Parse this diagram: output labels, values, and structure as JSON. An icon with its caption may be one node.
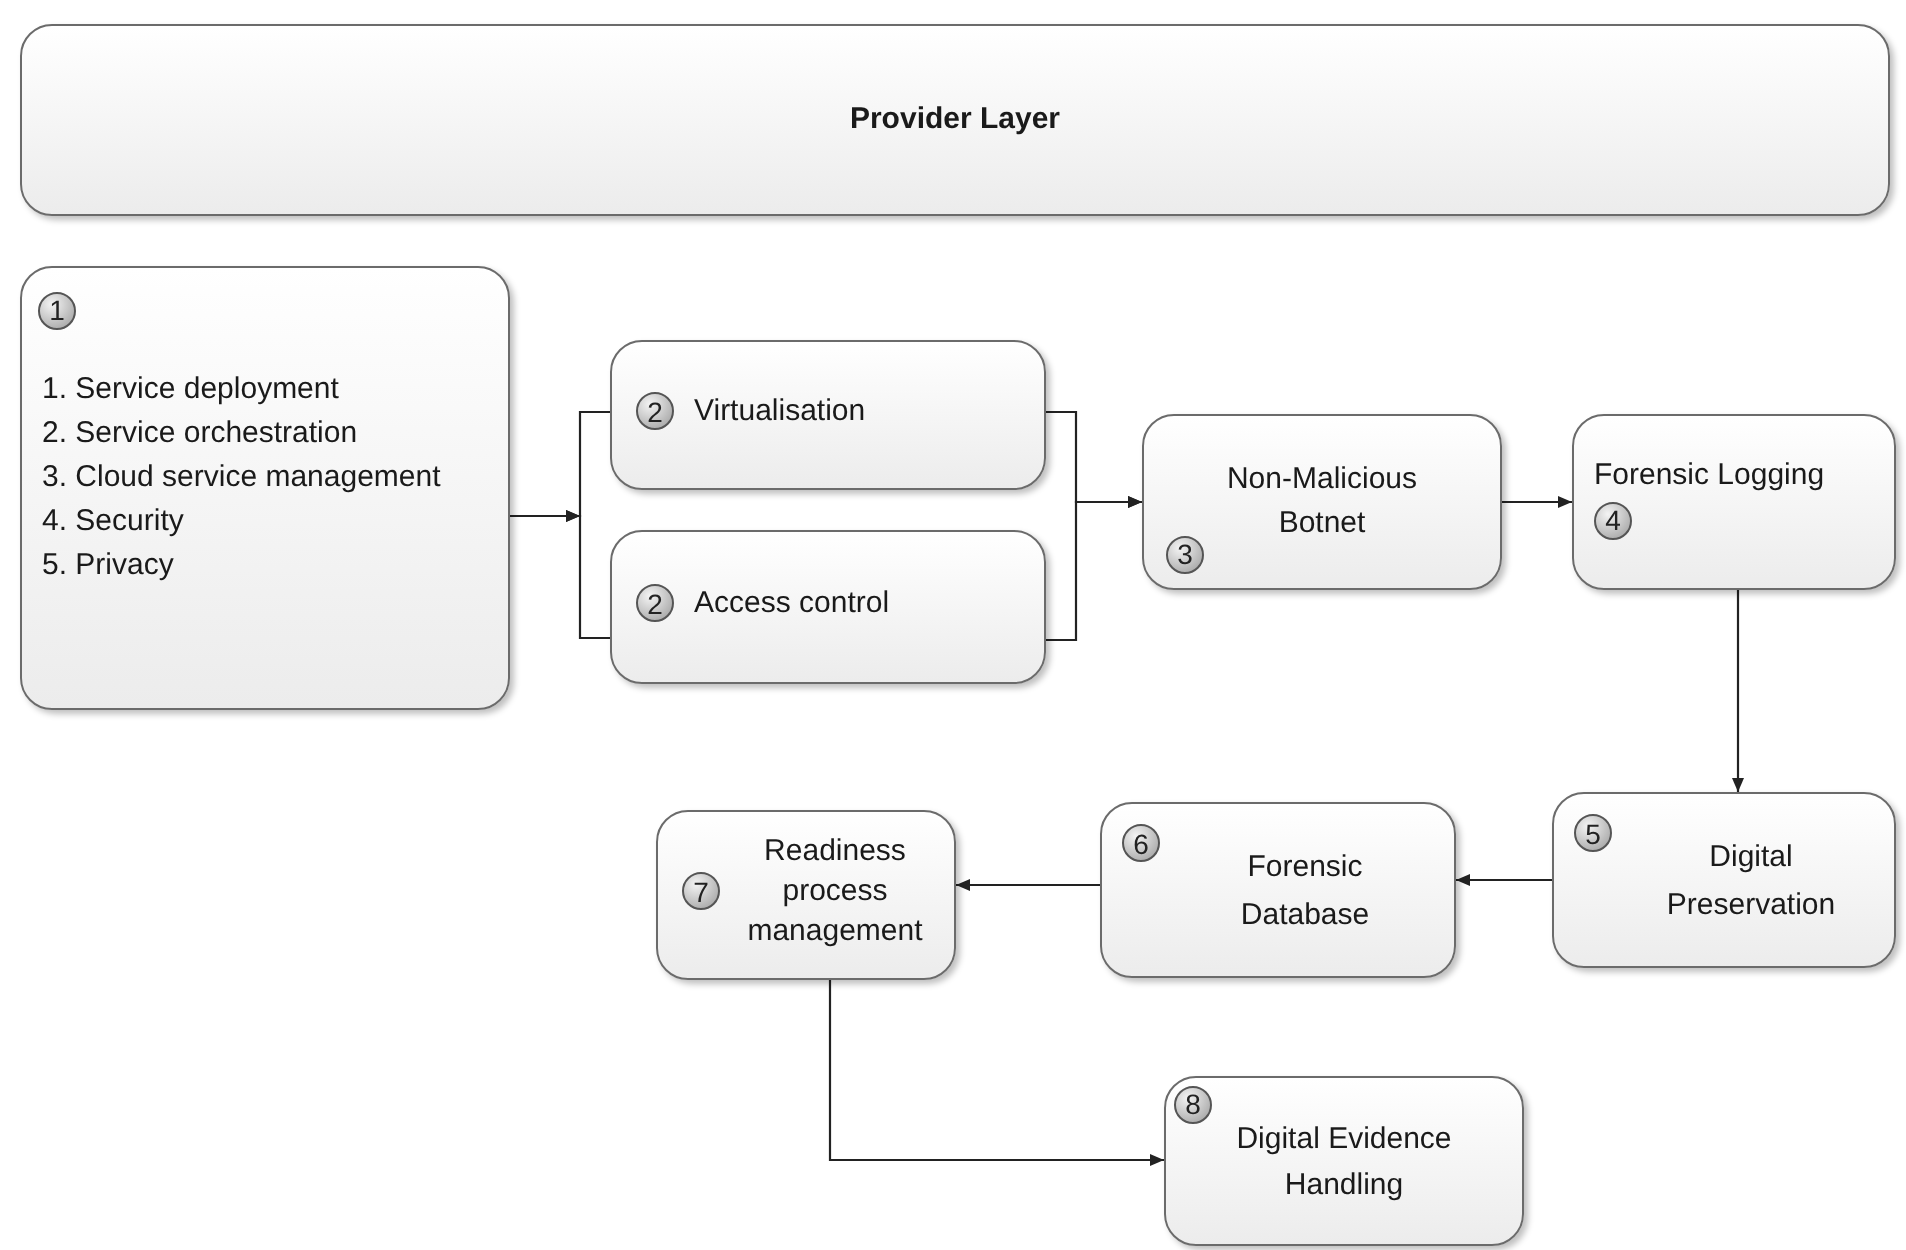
{
  "diagram": {
    "nodes": [
      {
        "text": [
          "Provider Layer"
        ]
      },
      {
        "text": [
          "1",
          "1. Service deployment",
          "2. Service orchestration",
          "3. Cloud service management",
          "4. Security",
          "5. Privacy"
        ]
      },
      {
        "text": [
          "2",
          "Virtualisation"
        ]
      },
      {
        "text": [
          "2",
          "Access control"
        ]
      },
      {
        "text": [
          "Non-Malicious Botnet",
          "3"
        ]
      },
      {
        "text": [
          "Forensic Logging",
          "4"
        ]
      },
      {
        "text": [
          "5",
          "Digital Preservation"
        ]
      },
      {
        "text": [
          "6",
          "Forensic Database"
        ]
      },
      {
        "text": [
          "7",
          "Readiness process management"
        ]
      },
      {
        "text": [
          "8",
          "Digital Evidence Handling"
        ]
      }
    ],
    "edges": [
      {
        "from": 1,
        "to": 2,
        "arrow": "to"
      },
      {
        "from": 1,
        "to": 3,
        "arrow": "to"
      },
      {
        "from": 2,
        "to": 4,
        "arrow": "to"
      },
      {
        "from": 3,
        "to": 4,
        "arrow": "to"
      },
      {
        "from": 4,
        "to": 5,
        "arrow": "to"
      },
      {
        "from": 5,
        "to": 6,
        "arrow": "to"
      },
      {
        "from": 6,
        "to": 7,
        "arrow": "to"
      },
      {
        "from": 7,
        "to": 8,
        "arrow": "to"
      },
      {
        "from": 8,
        "to": 9,
        "arrow": "to"
      }
    ]
  }
}
